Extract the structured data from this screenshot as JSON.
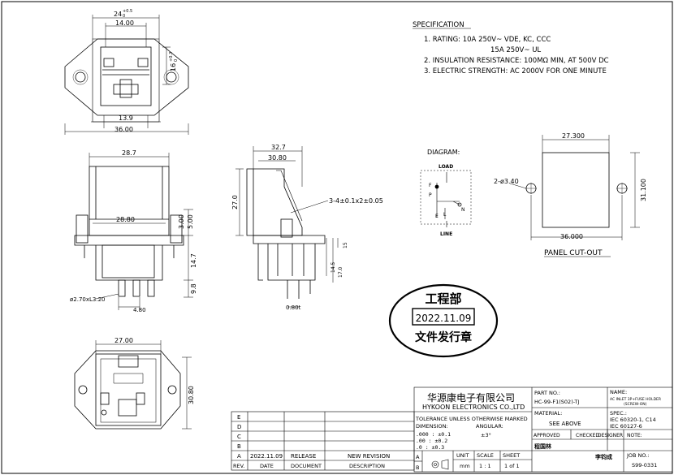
{
  "specification": {
    "title": "SPECIFICATION",
    "line1": "1. RATING: 10A 250V~ VDE, KC, CCC",
    "line1b": "15A 250V~ UL",
    "line2": "2. INSULATION RESISTANCE: 100MΩ MIN, AT 500V DC",
    "line3": "3. ELECTRIC STRENGTH: AC 2000V FOR ONE MINUTE"
  },
  "diagram": {
    "label": "DIAGRAM:",
    "load": "LOAD",
    "line": "LINE",
    "f": "F",
    "p": "P",
    "e": "E",
    "l": "L",
    "n": "N"
  },
  "panel_cutout": {
    "label": "PANEL CUT-OUT",
    "width": "27.300",
    "height": "31.100",
    "hole": "2-ø3.40",
    "pitch": "36.000"
  },
  "front_view": {
    "dim_24": "24",
    "dim_24_tol": "+0.5",
    "dim_24_tol2": "0",
    "dim_14": "14.00",
    "dim_16": "16",
    "dim_16_tol": "+0.3",
    "dim_16_tol2": "0",
    "dim_139": "13.9",
    "dim_36": "36.00"
  },
  "side_view": {
    "dim_287": "28.7",
    "dim_2880": "28.80",
    "dim_300": "3.00",
    "dim_500": "5.00",
    "dim_147": "14.7",
    "dim_98": "9.8",
    "pin": "ø2.70xL3.20",
    "dim_480": "4.80"
  },
  "profile_view": {
    "dim_327": "32.7",
    "dim_3080": "30.80",
    "dim_270": "27.0",
    "thread": "3-4±0.1x2±0.05",
    "dim_145": "14.5",
    "dim_170": "17.0",
    "dim_15": "15",
    "dim_080": "0.80t"
  },
  "rear_view": {
    "dim_2700": "27.00",
    "dim_3080": "30.80"
  },
  "stamp": {
    "top": "工程部",
    "date": "2022.11.09",
    "bottom": "文件发行章"
  },
  "title_block": {
    "company_cn": "华源康电子有限公司",
    "company_en": "HYKOON ELECTRONICS CO.,LTD",
    "tolerance_title": "TOLERANCE UNLESS OTHERWISE MARKED",
    "dimension": "DIMENSION:",
    "angular": "ANGULAR:",
    "angular_val": "±3°",
    "tol1": ".000 : ±0.1",
    "tol2": ".00  : ±0.2",
    "tol3": ".0   : ±0.3",
    "part_no_label": "PART NO.:",
    "part_no": "HC-99-F1(S02)-TJ",
    "name_label": "NAME:",
    "name_value": "AC INLET 3P+FUSE HOLDER",
    "name_value2": "(SCREW-ON)",
    "material_label": "MATERIAL:",
    "material_value": "SEE ABOVE",
    "spec_label": "SPEC.:",
    "spec_value": "IEC 60320-1, C14",
    "spec_value2": "IEC 60127-6",
    "approved": "APPROVED",
    "checked": "CHECKED",
    "designer": "DESIGNER",
    "note": "NOTE:",
    "approved_name": "程国林",
    "designer_name": "李钧成",
    "unit_label": "UNIT",
    "unit_value": "mm",
    "scale_label": "SCALE",
    "scale_value": "1 : 1",
    "sheet_label": "SHEET",
    "sheet_value": "1 of 1",
    "job_label": "JOB NO.:",
    "job_value": "S99-0331"
  },
  "revision_table": {
    "rows": [
      "E",
      "D",
      "C",
      "B"
    ],
    "rev_a": "A",
    "rev_a_date": "2022.11.09",
    "rev_a_doc": "RELEASE",
    "rev_a_desc": "NEW REVISION",
    "hdr_rev": "REV.",
    "hdr_date": "DATE",
    "hdr_doc": "DOCUMENT",
    "hdr_desc": "DESCRIPTION"
  },
  "frame_letters": [
    "A",
    "B"
  ]
}
